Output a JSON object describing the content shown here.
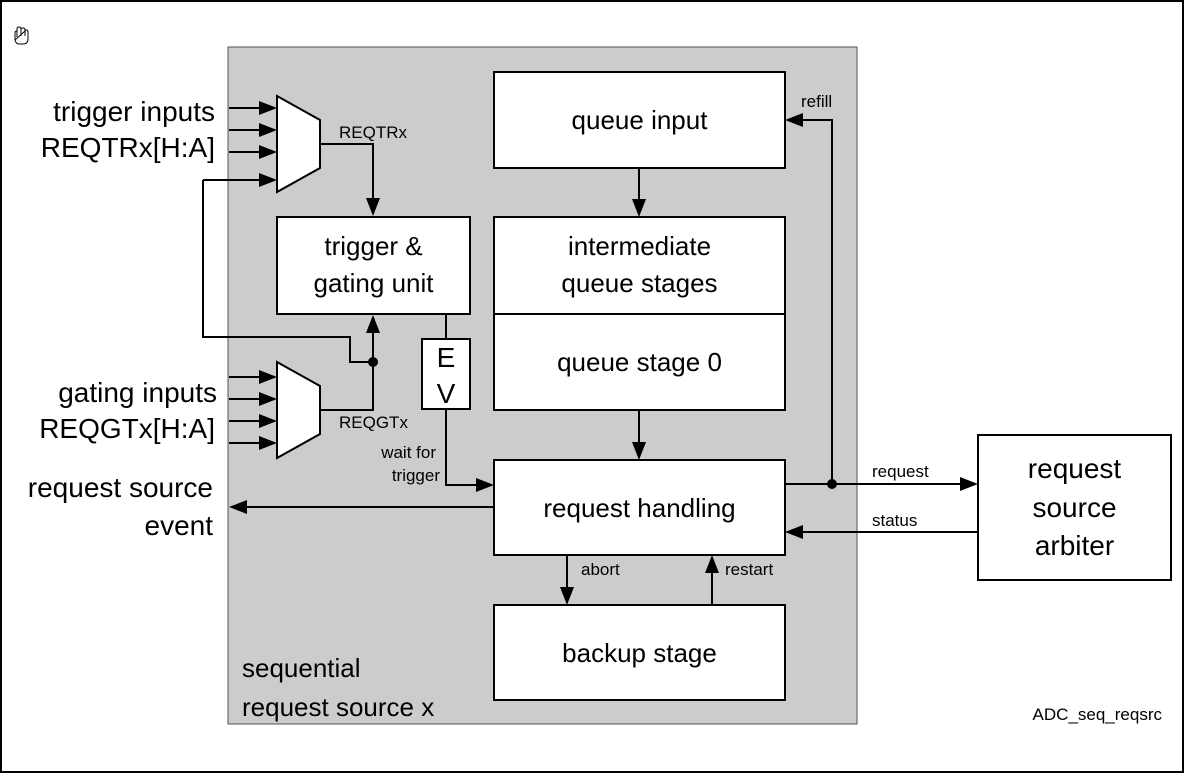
{
  "figure_id": "ADC_seq_reqsrc",
  "container_label": [
    "sequential",
    "request source x"
  ],
  "inputs": {
    "trigger": [
      "trigger inputs",
      "REQTRx[H:A]"
    ],
    "gating": [
      "gating inputs",
      "REQGTx[H:A]"
    ]
  },
  "output_event": [
    "request source",
    "event"
  ],
  "blocks": {
    "queue_input": [
      "queue input"
    ],
    "intermediate": [
      "intermediate",
      "queue stages"
    ],
    "stage0": [
      "queue stage 0"
    ],
    "trigger_gating": [
      "trigger &",
      "gating unit"
    ],
    "request_handling": [
      "request handling"
    ],
    "backup": [
      "backup stage"
    ],
    "arbiter": [
      "request",
      "source",
      "arbiter"
    ],
    "ev": [
      "E",
      "V"
    ]
  },
  "signals": {
    "reqtr": "REQTRx",
    "reqgt": "REQGTx",
    "wait_for_trigger": [
      "wait for",
      "trigger"
    ],
    "refill": "refill",
    "request": "request",
    "status": "status",
    "abort": "abort",
    "restart": "restart"
  },
  "colors": {
    "container_fill": "#cccccc",
    "block_fill": "#ffffff",
    "line": "#000000"
  },
  "icons": [
    "hand-cursor-icon"
  ]
}
